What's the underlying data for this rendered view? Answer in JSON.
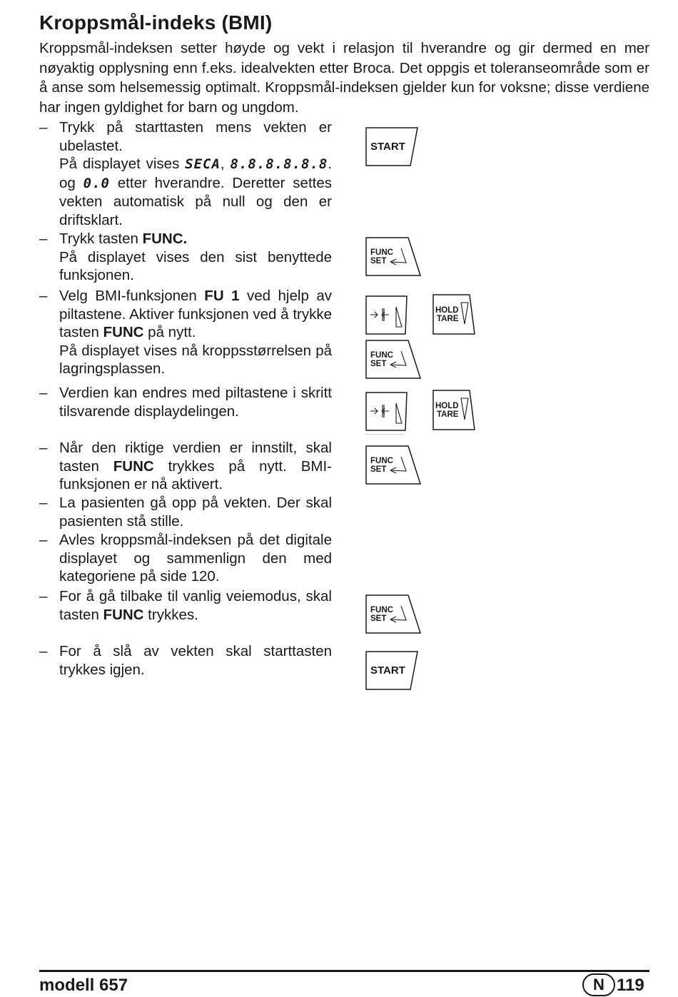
{
  "page": {
    "title": "Kroppsmål-indeks (BMI)",
    "intro": "Kroppsmål-indeksen setter høyde og vekt i relasjon til hverandre og gir dermed en mer nøyaktig opplysning enn f.eks. idealvekten etter Broca. Det oppgis et toleranseområde som er å anse som helsemessig optimalt. Kroppsmål-indeksen gjelder kun for voksne; disse verdiene har ingen gyldighet for barn og ungdom."
  },
  "steps": [
    {
      "dash": "–",
      "p1": "Trykk på starttasten mens vekten er ubelastet.",
      "p2_a": "På displayet vises ",
      "lcd1": "SECA",
      "p2_b": ", ",
      "lcd2": "8.8.8.8.8.8",
      "p2_c": ". og ",
      "lcd3": "0.0",
      "p2_d": " etter hverandre. Deretter settes vekten automatisk på null og den er driftsklart."
    },
    {
      "dash": "–",
      "p1_a": "Trykk tasten ",
      "p1_b": "FUNC.",
      "p2": "På displayet vises den sist benyttede funksjonen."
    },
    {
      "dash": "–",
      "p1_a": "Velg BMI-funksjonen ",
      "p1_b": "FU 1",
      "p1_c": " ved hjelp av piltastene. Aktiver funksjonen ved å trykke tasten ",
      "p1_d": "FUNC",
      "p1_e": " på nytt.",
      "p2": "På displayet vises nå kroppsstørrelsen på lagringsplassen."
    },
    {
      "dash": "–",
      "p1": "Verdien kan endres med piltastene i skritt tilsvarende displaydelingen."
    },
    {
      "dash": "–",
      "p1_a": "Når den riktige verdien er innstilt, skal tasten ",
      "p1_b": "FUNC",
      "p1_c": " trykkes på nytt. BMI-funksjonen er nå aktivert."
    },
    {
      "dash": "–",
      "p1": "La pasienten gå opp på vekten. Der skal pasienten stå stille."
    },
    {
      "dash": "–",
      "p1": "Avles kroppsmål-indeksen på det digitale displayet og sammenlign den med kategoriene på side 120."
    },
    {
      "dash": "–",
      "p1_a": "For å gå tilbake til vanlig veiemodus, skal tasten ",
      "p1_b": "FUNC",
      "p1_c": " trykkes."
    },
    {
      "dash": "–",
      "p1": "For å slå av vekten skal starttasten trykkes igjen."
    }
  ],
  "keys": {
    "start": "START",
    "func_top": "FUNC",
    "func_bottom": "SET",
    "hold_top": "HOLD",
    "hold_bottom": "TARE",
    "arrow_icon": "left-right-arrow-icon",
    "triangle_icon": "triangle-icon"
  },
  "footer": {
    "model": "modell 657",
    "lang": "N",
    "page": "119"
  }
}
